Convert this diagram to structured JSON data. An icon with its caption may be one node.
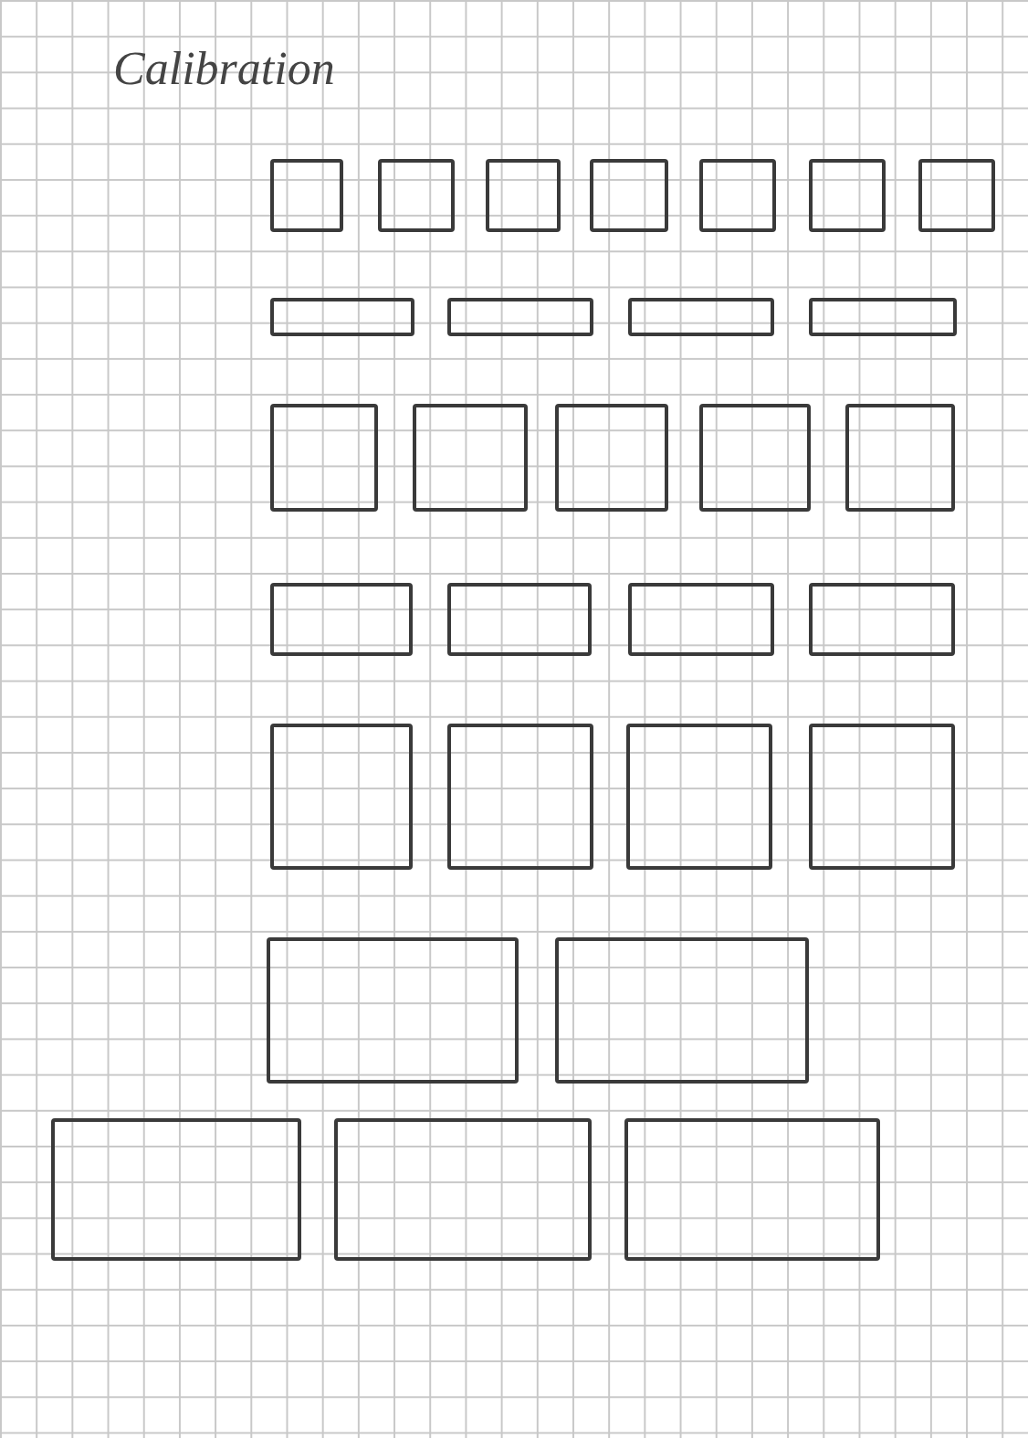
{
  "diagram": {
    "title": "Calibration",
    "nodes": [
      {
        "text": [],
        "shape": "box"
      },
      {
        "text": [],
        "shape": "box"
      },
      {
        "text": [],
        "shape": "box"
      },
      {
        "text": [],
        "shape": "box"
      },
      {
        "text": [],
        "shape": "box"
      },
      {
        "text": [],
        "shape": "box"
      },
      {
        "text": [],
        "shape": "box"
      },
      {
        "text": [],
        "shape": "box"
      },
      {
        "text": [],
        "shape": "box"
      },
      {
        "text": [],
        "shape": "box"
      },
      {
        "text": [],
        "shape": "box"
      },
      {
        "text": [],
        "shape": "box"
      },
      {
        "text": [],
        "shape": "box"
      },
      {
        "text": [],
        "shape": "box"
      },
      {
        "text": [],
        "shape": "box"
      },
      {
        "text": [],
        "shape": "box"
      },
      {
        "text": [],
        "shape": "box"
      },
      {
        "text": [],
        "shape": "box"
      },
      {
        "text": [],
        "shape": "box"
      },
      {
        "text": [],
        "shape": "box"
      },
      {
        "text": [],
        "shape": "box"
      },
      {
        "text": [],
        "shape": "box"
      },
      {
        "text": [],
        "shape": "box"
      },
      {
        "text": [],
        "shape": "box"
      },
      {
        "text": [],
        "shape": "box"
      },
      {
        "text": [],
        "shape": "box"
      },
      {
        "text": [],
        "shape": "box"
      },
      {
        "text": [],
        "shape": "box"
      },
      {
        "text": [],
        "shape": "box"
      }
    ]
  }
}
